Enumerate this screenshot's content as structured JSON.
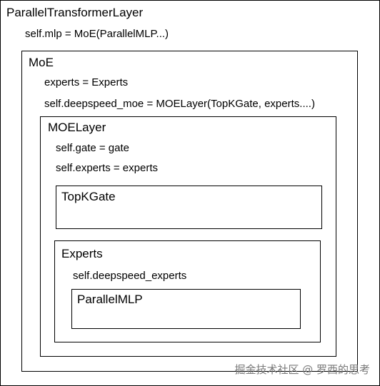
{
  "outer": {
    "title": "ParallelTransformerLayer",
    "line1": "self.mlp = MoE(ParallelMLP...)"
  },
  "moe": {
    "title": "MoE",
    "line1": "experts = Experts",
    "line2": "self.deepspeed_moe = MOELayer(TopKGate, experts....)"
  },
  "moelayer": {
    "title": "MOELayer",
    "line1": "self.gate = gate",
    "line2": "self.experts = experts"
  },
  "topkgate": {
    "title": "TopKGate"
  },
  "experts": {
    "title": "Experts",
    "line1": "self.deepspeed_experts"
  },
  "parallelmlp": {
    "title": "ParallelMLP"
  },
  "watermark": "掘金技术社区 @ 罗西的思考",
  "colors": {
    "border": "#000000",
    "text": "#000000",
    "watermark": "#7a7a7a",
    "background": "#ffffff"
  }
}
